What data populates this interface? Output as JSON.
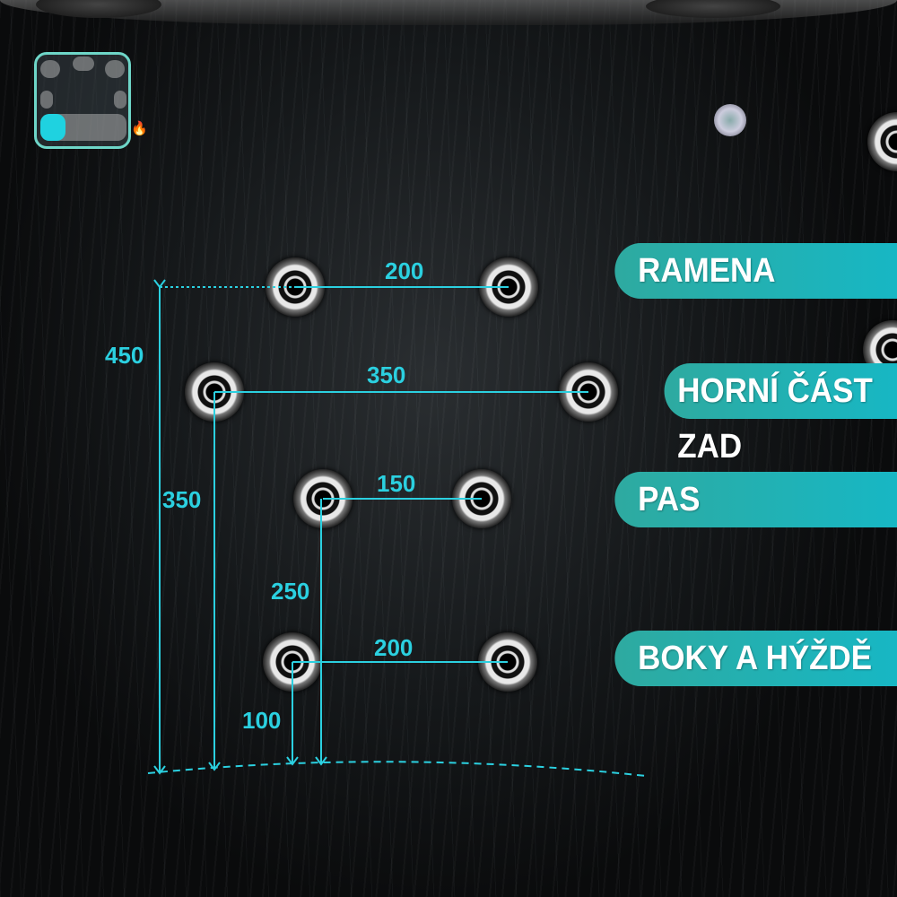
{
  "labels": {
    "shoulders": "RAMENA",
    "upper_back": "HORNÍ ČÁST ZAD",
    "waist": "PAS",
    "hips": "BOKY A HÝŽDĚ"
  },
  "horizontal_spacing": {
    "row1": "200",
    "row2": "350",
    "row3": "150",
    "row4": "200"
  },
  "vertical_heights": {
    "row1": "450",
    "row2": "350",
    "row3": "250",
    "row4": "100"
  },
  "colors": {
    "accent": "#2bd0e0",
    "tab": "#2eaaa0"
  },
  "icons": {
    "seat_map": "seat-layout-icon",
    "heat": "flame-icon"
  }
}
